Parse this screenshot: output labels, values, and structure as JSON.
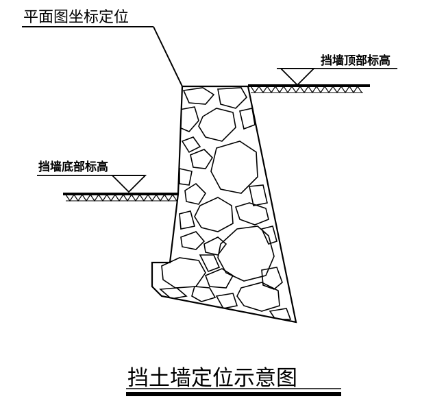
{
  "labels": {
    "plan_coordinate": "平面图坐标定位",
    "wall_top_elevation": "挡墙顶部标高",
    "wall_bottom_elevation": "挡墙底部标高",
    "caption": "挡土墙定位示意图"
  },
  "colors": {
    "ink": "#000000",
    "background": "#ffffff"
  }
}
